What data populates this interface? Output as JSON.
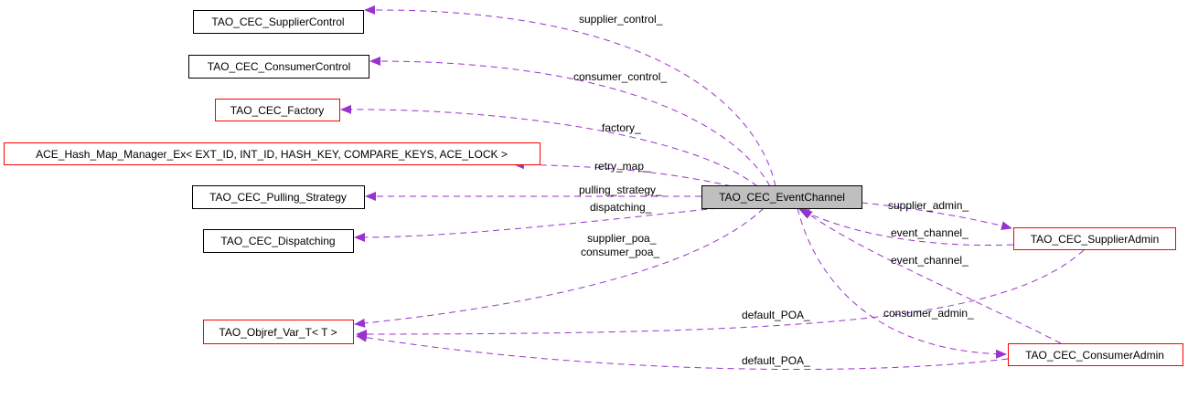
{
  "colors": {
    "edge": "#9a32cd",
    "focus_fill": "#bfbfbf",
    "linked_border": "#ff0000",
    "plain_border": "#000000"
  },
  "nodes": {
    "event_channel": "TAO_CEC_EventChannel",
    "supplier_control": "TAO_CEC_SupplierControl",
    "consumer_control": "TAO_CEC_ConsumerControl",
    "factory": "TAO_CEC_Factory",
    "hash_map": "ACE_Hash_Map_Manager_Ex< EXT_ID, INT_ID, HASH_KEY, COMPARE_KEYS, ACE_LOCK >",
    "pulling_strategy": "TAO_CEC_Pulling_Strategy",
    "dispatching": "TAO_CEC_Dispatching",
    "objref": "TAO_Objref_Var_T< T >",
    "supplier_admin": "TAO_CEC_SupplierAdmin",
    "consumer_admin": "TAO_CEC_ConsumerAdmin"
  },
  "edges": {
    "supplier_control": "supplier_control_",
    "consumer_control": "consumer_control_",
    "factory": "factory_",
    "retry_map": "retry_map_",
    "pulling_strategy": "pulling_strategy_",
    "dispatching": "dispatching_",
    "supplier_poa": "supplier_poa_",
    "consumer_poa": "consumer_poa_",
    "supplier_admin": "supplier_admin_",
    "event_channel_sa": "event_channel_",
    "event_channel_ca": "event_channel_",
    "consumer_admin": "consumer_admin_",
    "default_poa_sa": "default_POA_",
    "default_poa_ca": "default_POA_"
  }
}
